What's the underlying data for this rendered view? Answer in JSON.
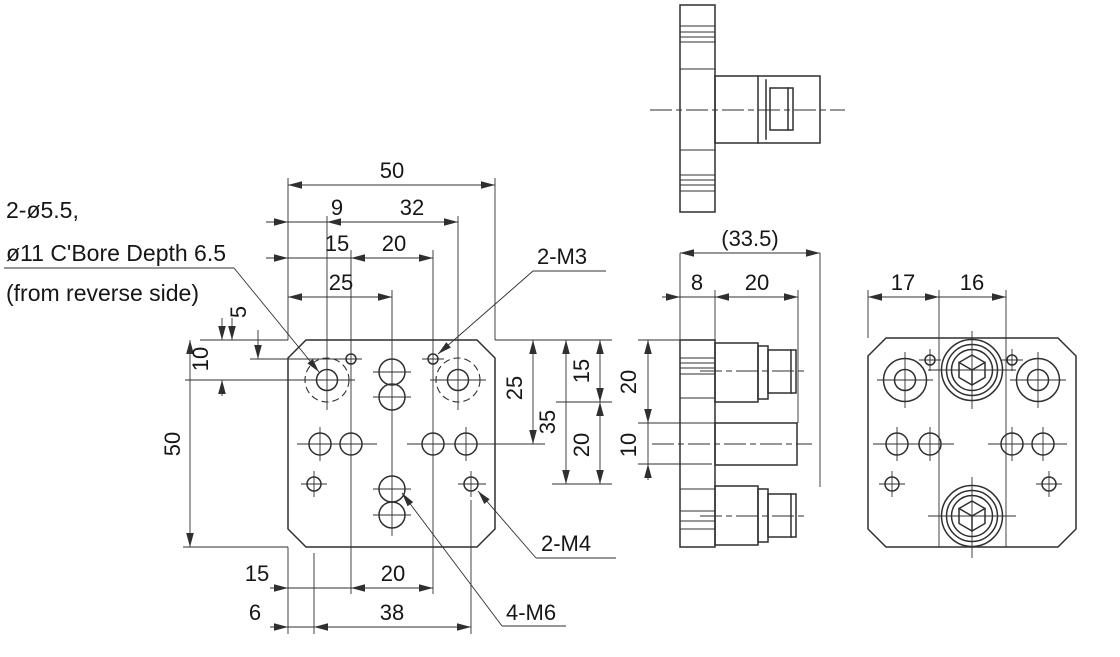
{
  "drawing_type": "mechanical-dimension-drawing",
  "colors": {
    "line": "#2f2f2f",
    "text": "#161616",
    "background": "#ffffff"
  },
  "front_view": {
    "dim_top": {
      "overall": "50",
      "c9": "9",
      "c32": "32",
      "c15": "15",
      "c20": "20",
      "c25": "25"
    },
    "dim_left": {
      "r5": "5",
      "r10": "10",
      "overall": "50"
    },
    "dim_right": {
      "r25": "25",
      "r35": "35",
      "r15": "15",
      "r20": "20"
    },
    "dim_bottom": {
      "b15": "15",
      "b20": "20",
      "b6": "6",
      "b38": "38"
    },
    "callout_counterbore": {
      "line1": "2-ø5.5,",
      "line2": "ø11 C'Bore Depth 6.5",
      "line3": "(from reverse side)"
    },
    "callout_m3": "2-M3",
    "callout_m4": "2-M4",
    "callout_m6": "4-M6"
  },
  "side_view": {
    "dim_depth_total": "(33.5)",
    "dim_plate_thickness": "8",
    "dim_block_depth": "20",
    "dim_v20": "20",
    "dim_v10": "10"
  },
  "back_view": {
    "dim_17": "17",
    "dim_16": "16"
  }
}
